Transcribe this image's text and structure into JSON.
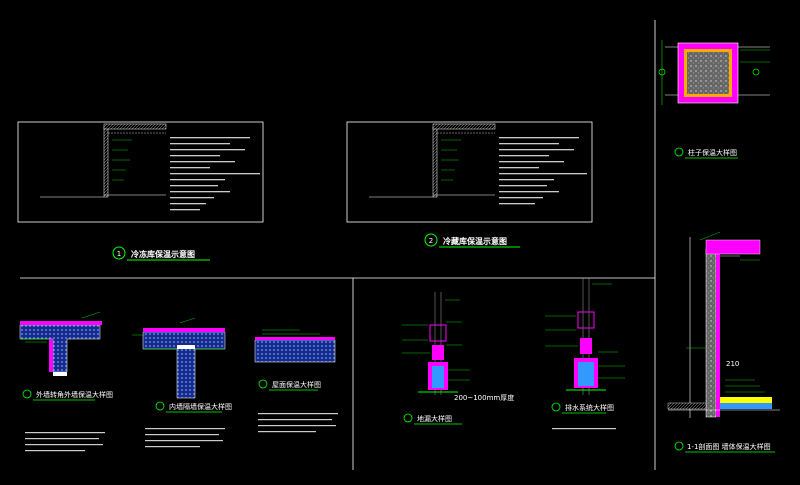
{
  "drawing": {
    "titles": {
      "fig1": "冷冻库保温示意图",
      "fig2": "冷藏库保温示意图",
      "fig3": "柱子保温大样图",
      "fig4": "外墙转角外墙保温大样图",
      "fig5": "内墙隔墙保温大样图",
      "fig6": "屋面保温大样图",
      "fig7": "地漏大样图",
      "fig8": "排水系统大样图",
      "fig9": "1-1剖面图 墙体保温大样图"
    },
    "numbers": {
      "fig1": "1",
      "fig2": "2"
    },
    "annotations": {
      "range": "200~100mm厚度",
      "height": "210"
    },
    "colors": {
      "background": "#000000",
      "line": "#ffffff",
      "green": "#00ff00",
      "magenta": "#ff00ff",
      "blue": "#3399ff",
      "yellow": "#ffff00",
      "red": "#ff0000"
    }
  }
}
